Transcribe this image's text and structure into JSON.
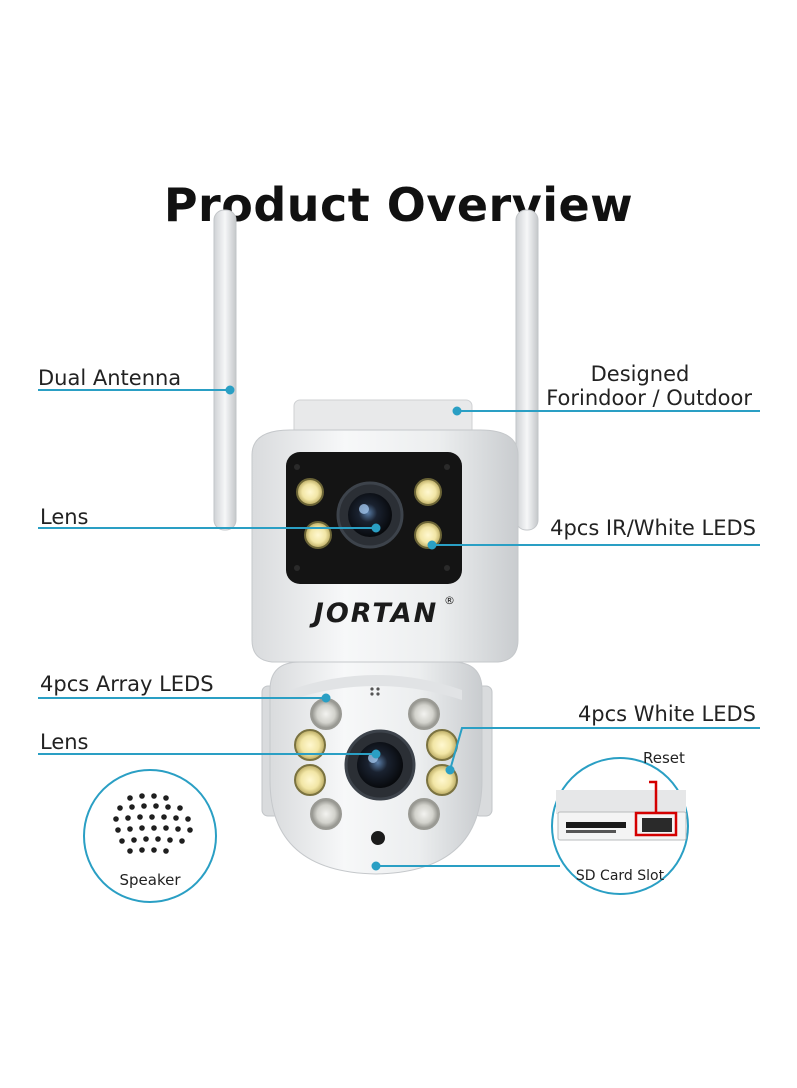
{
  "title": "Product Overview",
  "brand": "JORTAN",
  "brand_mark": "®",
  "callouts": {
    "dual_antenna": "Dual Antenna",
    "designed_line1": "Designed",
    "designed_line2": "Forindoor / Outdoor",
    "lens_top": "Lens",
    "ir_white_leds": "4pcs IR/White LEDS",
    "array_leds": "4pcs Array LEDS",
    "white_leds": "4pcs White LEDS",
    "lens_bottom": "Lens",
    "reset": "Reset",
    "speaker": "Speaker",
    "sd_card_slot": "SD Card Slot"
  },
  "colors": {
    "leader_line": "#2a9fc4",
    "camera_body": "#f1f2f3",
    "lens_panel": "#141414",
    "led_warm": "#f2e6a6",
    "highlight_box": "#d40000"
  }
}
